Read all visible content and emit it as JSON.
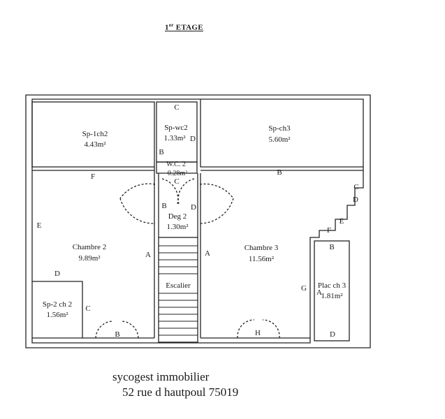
{
  "header": {
    "title_num": "1",
    "title_sup": "er",
    "title_rest": " ETAGE"
  },
  "rooms": {
    "sp_ch2": {
      "name": "Sp-1ch2",
      "area": "4.43m²"
    },
    "sp_wc2": {
      "name": "Sp-wc2",
      "area": "1.33m²"
    },
    "sp_ch3": {
      "name": "Sp-ch3",
      "area": "5.60m²"
    },
    "wc2": {
      "name": "W.C. 2",
      "area": "0.28m²"
    },
    "deg2": {
      "name": "Deg 2",
      "area": "1.30m²"
    },
    "chambre2": {
      "name": "Chambre 2",
      "area": "9.89m²"
    },
    "chambre3": {
      "name": "Chambre 3",
      "area": "11.56m²"
    },
    "escalier": {
      "name": "Escalier"
    },
    "sp2_ch2": {
      "name": "Sp-2 ch 2",
      "area": "1.56m²"
    },
    "plac_ch3": {
      "name": "Plac ch 3",
      "area": "1.81m²"
    }
  },
  "wall_letters": {
    "spwc2_c": "C",
    "spwc2_d": "D",
    "wc_b": "B",
    "ch3_b": "B",
    "ch3_c": "C",
    "ch3_d": "D",
    "ch3_e": "E",
    "ch3_f": "F",
    "ch3_g": "G",
    "ch3_a": "A",
    "ch2_f": "F",
    "ch2_e": "E",
    "ch2_a": "A",
    "ch2_d": "D",
    "deg_c": "C",
    "deg_b": "B",
    "deg_d": "D",
    "sp2_c": "C",
    "plac_b": "B",
    "plac_a": "A",
    "plac_d": "D",
    "door_b": "B",
    "door_h": "H"
  },
  "footer": {
    "company": "sycogest immobilier",
    "address": "52 rue d hautpoul 75019"
  }
}
